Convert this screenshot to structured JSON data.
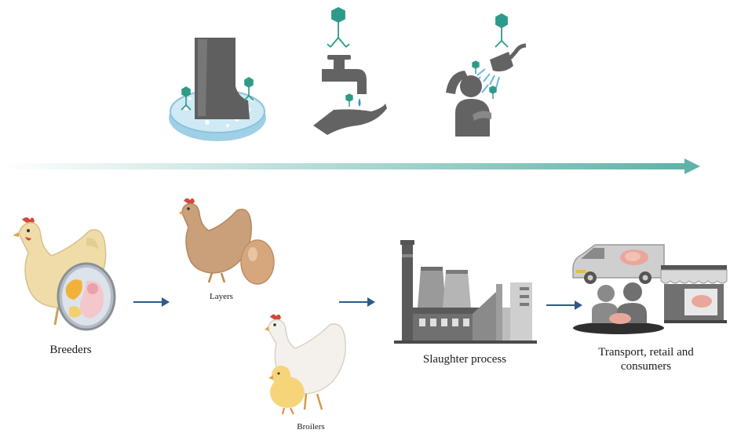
{
  "colors": {
    "timeline_start": "#ffffff",
    "timeline_end": "#5fb3a8",
    "flow_arrow": "#2e5a87",
    "phage": "#2e9a8a",
    "gray_icon": "#666666",
    "chicken_breeder": "#efdca8",
    "chicken_layer": "#caa07a",
    "chicken_broiler": "#f4f1ec",
    "chick": "#f6d57a",
    "egg": "#d6a77d",
    "petri": "#bfe2f0",
    "meat": "#e9a79b"
  },
  "top_icons": [
    {
      "name": "boot-in-petri-dish-with-phages-icon"
    },
    {
      "name": "hand-washing-with-phage-tap-icon"
    },
    {
      "name": "person-shower-with-phages-icon"
    }
  ],
  "stages": {
    "breeders": {
      "label": "Breeders",
      "icon": "breeder-hen-with-embryo-egg-icon"
    },
    "layers": {
      "label": "Layers",
      "icon": "layer-hen-with-egg-icon"
    },
    "broilers": {
      "label": "Broilers",
      "icon": "broiler-hen-with-chick-icon"
    },
    "slaughter": {
      "label": "Slaughter process",
      "icon": "factory-icon"
    },
    "retail": {
      "label_line1": "Transport, retail and",
      "label_line2": "consumers",
      "icon": "van-store-consumers-icon"
    }
  }
}
